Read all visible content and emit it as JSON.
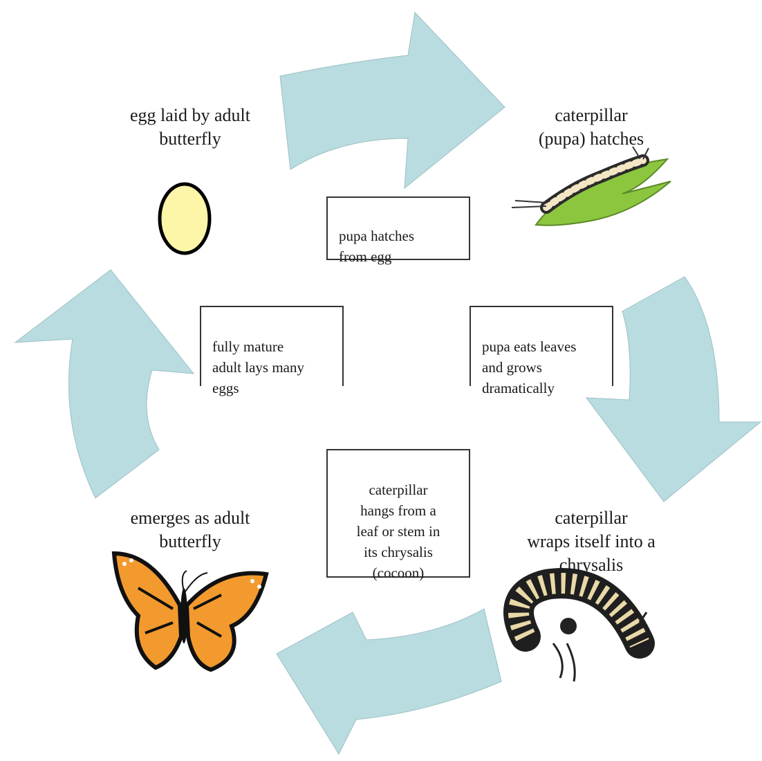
{
  "stages": {
    "egg": "egg laid by adult\nbutterfly",
    "caterpillar_hatches": "caterpillar\n(pupa) hatches",
    "chrysalis": "caterpillar\nwraps itself into a\nchrysalis",
    "adult": "emerges as adult\nbutterfly"
  },
  "notes": {
    "hatch": "pupa hatches\nfrom egg",
    "grow": "pupa eats leaves\nand grows\ndramatically",
    "hang": "caterpillar\nhangs from a\nleaf or stem in\nits chrysalis\n(cocoon)",
    "mature": "fully mature\nadult lays many\neggs"
  },
  "icons": {
    "egg": "egg-icon",
    "caterpillar_on_leaf": "caterpillar-on-leaf-icon",
    "curled_caterpillar": "curled-caterpillar-icon",
    "butterfly": "monarch-butterfly-icon",
    "arrow": "cycle-arrow"
  },
  "colors": {
    "arrow_fill": "#b9dce0",
    "egg_fill": "#fdf5a8",
    "leaf": "#8cc63f",
    "butterfly_orange": "#f29a2e"
  }
}
